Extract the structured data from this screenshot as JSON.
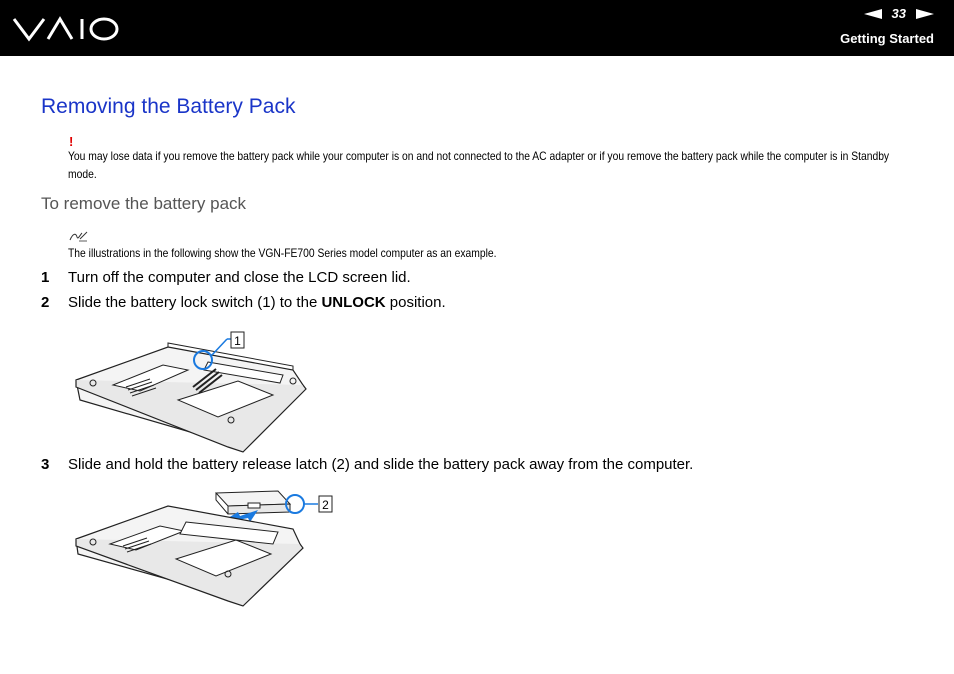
{
  "header": {
    "logo_text": "VAIO",
    "page_number": "33",
    "section": "Getting Started",
    "prev_icon": "left-arrow-icon",
    "next_icon": "right-arrow-icon"
  },
  "title": "Removing the Battery Pack",
  "warning": {
    "mark": "!",
    "text": "You may lose data if you remove the battery pack while your computer is on and not connected to the AC adapter or if you remove the battery pack while the computer is in Standby mode."
  },
  "subheading": "To remove the battery pack",
  "note": {
    "icon": "pencil-icon",
    "text": "The illustrations in the following show the VGN-FE700 Series model computer as an example."
  },
  "steps": [
    {
      "num": "1",
      "text": "Turn off the computer and close the LCD screen lid."
    },
    {
      "num": "2",
      "text_before": "Slide the battery lock switch (1) to the ",
      "bold": "UNLOCK",
      "text_after": " position."
    },
    {
      "num": "3",
      "text": "Slide and hold the battery release latch (2) and slide the battery pack away from the computer."
    }
  ],
  "figures": [
    {
      "callout": "1"
    },
    {
      "callout": "2"
    }
  ]
}
